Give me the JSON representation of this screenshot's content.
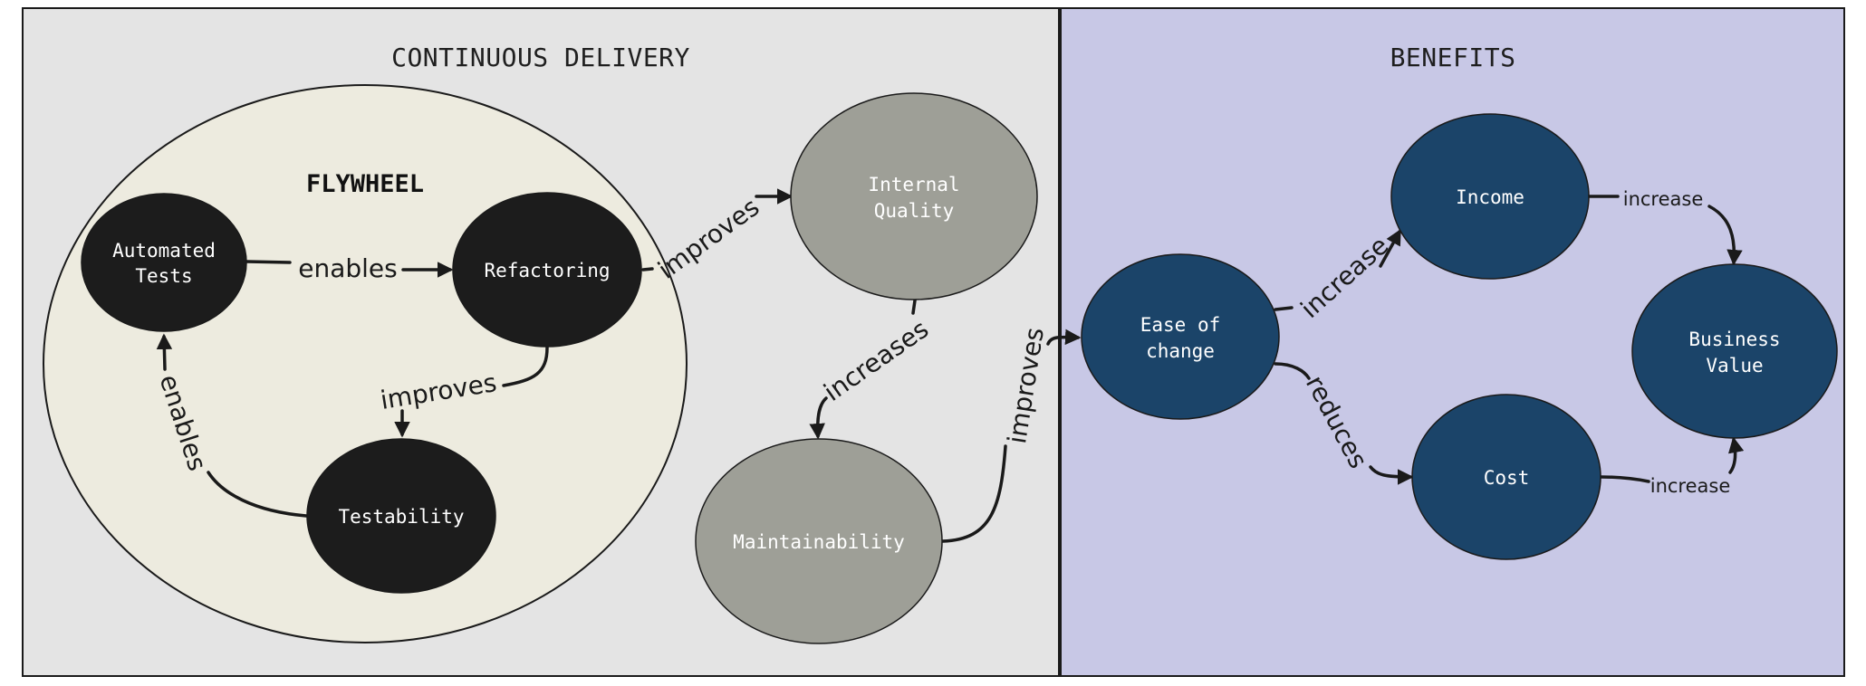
{
  "sections": {
    "continuous_delivery": "CONTINUOUS DELIVERY",
    "flywheel": "FLYWHEEL",
    "benefits": "BENEFITS"
  },
  "nodes": {
    "automated_tests": [
      "Automated",
      "Tests"
    ],
    "refactoring": [
      "Refactoring"
    ],
    "testability": [
      "Testability"
    ],
    "internal_quality": [
      "Internal",
      "Quality"
    ],
    "maintainability": [
      "Maintainability"
    ],
    "ease_of_change": [
      "Ease of",
      "change"
    ],
    "income": [
      "Income"
    ],
    "cost": [
      "Cost"
    ],
    "business_value": [
      "Business",
      "Value"
    ]
  },
  "edges": {
    "tests_to_refactoring": "enables",
    "refactoring_to_testability": "improves",
    "testability_to_tests": "enables",
    "refactoring_to_internal_quality": "improves",
    "internal_quality_to_maintainability": "increases",
    "maintainability_to_ease": "improves",
    "ease_to_income": "increase",
    "ease_to_cost": "reduces",
    "income_to_value": "increase",
    "cost_to_value": "increase"
  },
  "colors": {
    "cd_panel": "#e4e4e4",
    "benefits_panel": "#c8c8e6",
    "flywheel_fill": "#edebdf",
    "flywheel_node": "#1c1c1c",
    "quality_node": "#9e9f97",
    "benefit_node": "#1b4469"
  }
}
